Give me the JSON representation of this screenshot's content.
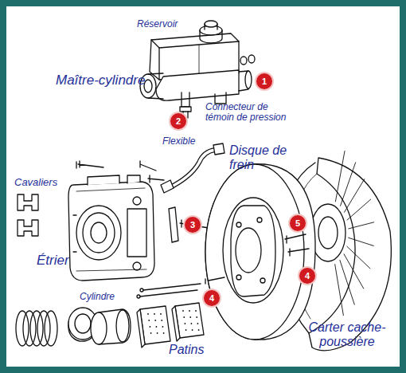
{
  "diagram": {
    "labels": [
      "Réservoir",
      "Maître-cylindre",
      "1",
      "2",
      "Connecteur de témoin de pression",
      "Flexible",
      "Disque de frein",
      "Cavaliers",
      "Étrier",
      "3",
      "5",
      "4",
      "4",
      "Cylindre",
      "Patins",
      "Carter cache-poussière"
    ]
  }
}
